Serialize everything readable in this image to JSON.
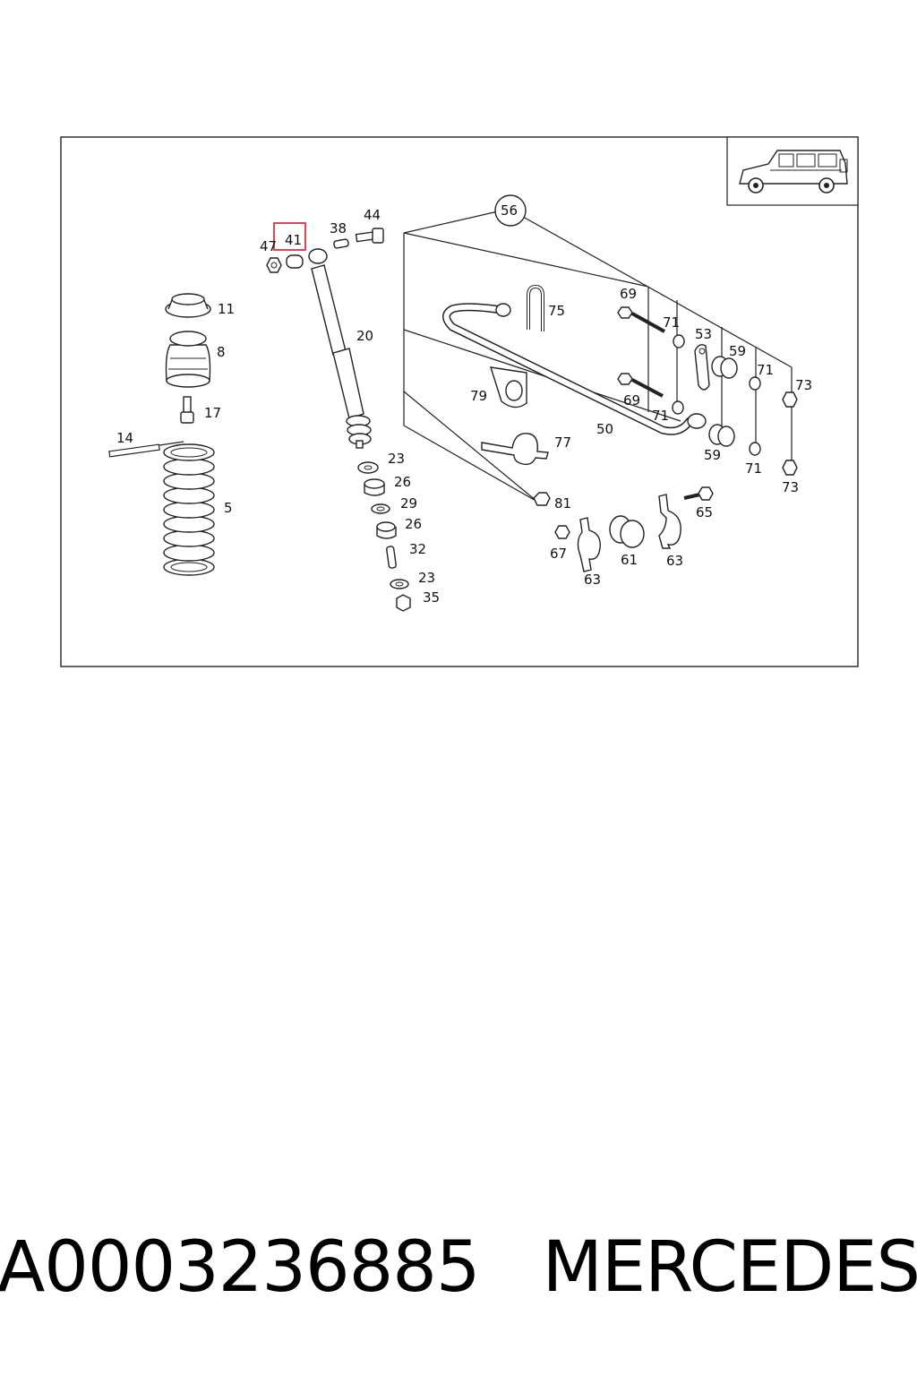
{
  "diagram": {
    "labels": {
      "p5": "5",
      "p8": "8",
      "p11": "11",
      "p14": "14",
      "p17": "17",
      "p20": "20",
      "p23a": "23",
      "p23b": "23",
      "p26a": "26",
      "p26b": "26",
      "p29": "29",
      "p32": "32",
      "p35": "35",
      "p38": "38",
      "p41": "41",
      "p44": "44",
      "p47": "47",
      "p50": "50",
      "p53": "53",
      "p56": "56",
      "p59a": "59",
      "p59b": "59",
      "p61": "61",
      "p63a": "63",
      "p63b": "63",
      "p65": "65",
      "p67": "67",
      "p69a": "69",
      "p69b": "69",
      "p71a": "71",
      "p71b": "71",
      "p71c": "71",
      "p71d": "71",
      "p73a": "73",
      "p73b": "73",
      "p75": "75",
      "p77": "77",
      "p79": "79",
      "p81": "81"
    },
    "highlighted_part": "41",
    "highlight_color": "#e0303a"
  },
  "footer": {
    "part_number": "A0003236885",
    "brand": "MERCEDES"
  }
}
